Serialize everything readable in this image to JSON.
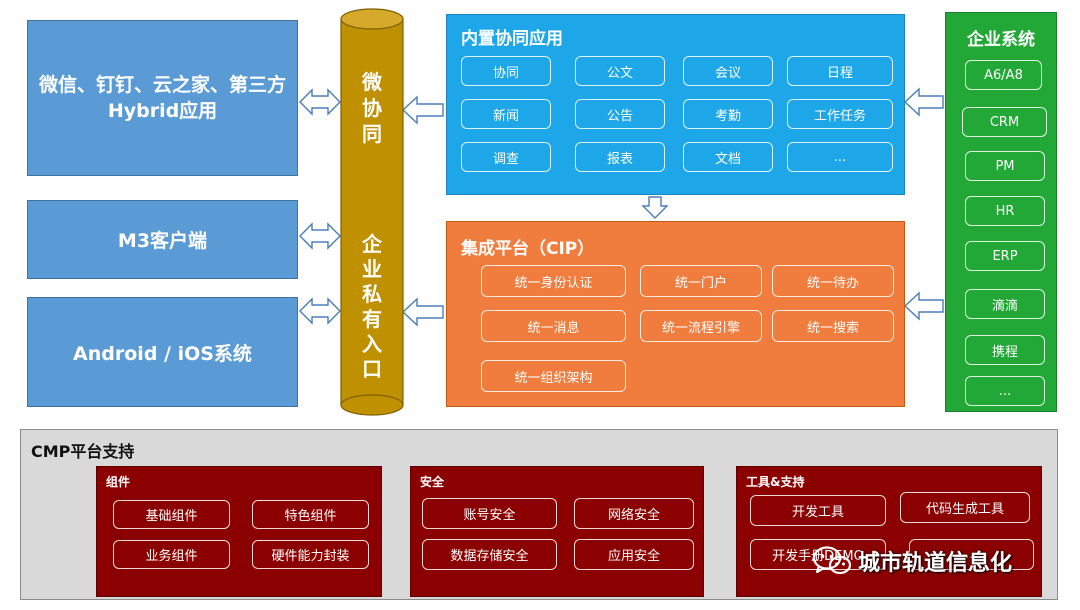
{
  "left": {
    "box1": "微信、钉钉、云之家、第三方Hybrid应用",
    "box2": "M3客户端",
    "box3": "Android / iOS系统"
  },
  "cylinder": {
    "top_chars": [
      "微",
      "协",
      "同"
    ],
    "bottom_chars": [
      "企",
      "业",
      "私",
      "有",
      "入",
      "口"
    ]
  },
  "builtin": {
    "title": "内置协同应用",
    "items": [
      "协同",
      "公文",
      "会议",
      "日程",
      "新闻",
      "公告",
      "考勤",
      "工作任务",
      "调查",
      "报表",
      "文档",
      "..."
    ]
  },
  "cip": {
    "title": "集成平台（CIP）",
    "items": [
      "统一身份认证",
      "统一门户",
      "统一待办",
      "统一消息",
      "统一流程引擎",
      "统一搜索",
      "统一组织架构"
    ]
  },
  "enterprise": {
    "title": "企业系统",
    "items": [
      "A6/A8",
      "CRM",
      "PM",
      "HR",
      "ERP",
      "滴滴",
      "携程",
      "..."
    ]
  },
  "cmp": {
    "title": "CMP平台支持",
    "groups": [
      {
        "title": "组件",
        "items": [
          "基础组件",
          "特色组件",
          "业务组件",
          "硬件能力封装"
        ]
      },
      {
        "title": "安全",
        "items": [
          "账号安全",
          "网络安全",
          "数据存储安全",
          "应用安全"
        ]
      },
      {
        "title": "工具&支持",
        "items": [
          "开发工具",
          "代码生成工具",
          "开发手册DEMO",
          "..."
        ]
      }
    ]
  },
  "watermark": "城市轨道信息化",
  "colors": {
    "blue": "#5b9bd5",
    "gold": "#bf9000",
    "cyan": "#1ea7e8",
    "orange": "#f07c3e",
    "green": "#22a836",
    "darkred": "#8b0000",
    "gray": "#d9d9d9"
  }
}
